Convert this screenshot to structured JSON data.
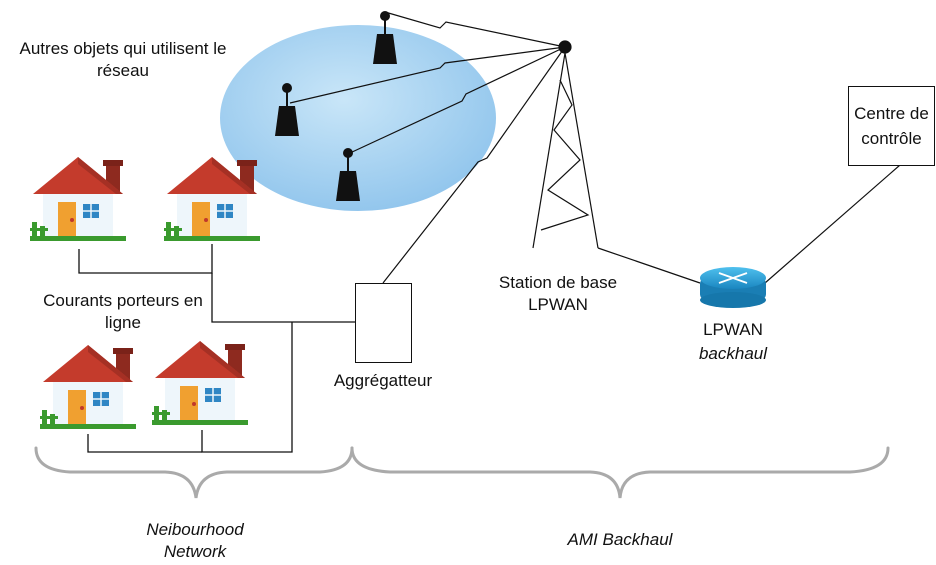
{
  "labels": {
    "other_objects": "Autres objets qui utilisent le réseau",
    "plc": "Courants porteurs en ligne",
    "aggregator": "Aggrégatteur",
    "base_station": "Station de base LPWAN",
    "backhaul_title": "LPWAN",
    "backhaul_sub": "backhaul",
    "control_center": "Centre de contrôle",
    "nan": "Neibourhood Network",
    "ami": "AMI Backhaul"
  },
  "colors": {
    "cloud": "#9fd0f0",
    "roof": "#c0392b",
    "wall": "#eef6fb",
    "door": "#f0a030",
    "window": "#2f86c4",
    "fence": "#3a9a2e",
    "router": "#2aa0d8",
    "bolt": "#6bbf3a",
    "brace": "#aaaaaa"
  },
  "icons": [
    "house-icon",
    "sensor-antenna-icon",
    "tower-icon",
    "router-icon",
    "lightning-icon"
  ]
}
